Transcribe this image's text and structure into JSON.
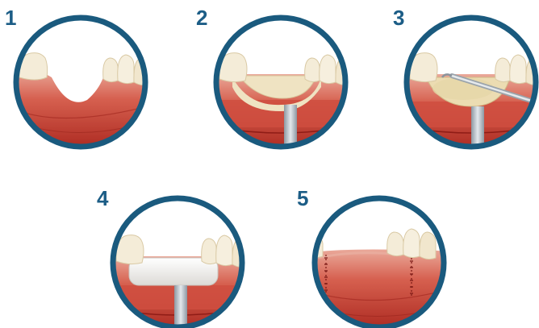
{
  "steps": [
    {
      "number": "1",
      "stage": "tooth-gap"
    },
    {
      "number": "2",
      "stage": "bone-block-with-membrane-strap"
    },
    {
      "number": "3",
      "stage": "graft-placement-with-instrument"
    },
    {
      "number": "4",
      "stage": "membrane-covered-graft"
    },
    {
      "number": "5",
      "stage": "sutured-gum-closure"
    }
  ],
  "colors": {
    "ring": "#1a5a7e",
    "step_number": "#1c5d86",
    "gum_light": "#e9aa9b",
    "gum_mid": "#d6604f",
    "gum_dark": "#a8241c",
    "tooth": "#f4ecd8",
    "tooth_shadow": "#d9c9a4",
    "bone_graft": "#efe3c2",
    "membrane": "#f3f1ee",
    "strap": "#b9c3cc",
    "instrument": "#cfd5da"
  }
}
